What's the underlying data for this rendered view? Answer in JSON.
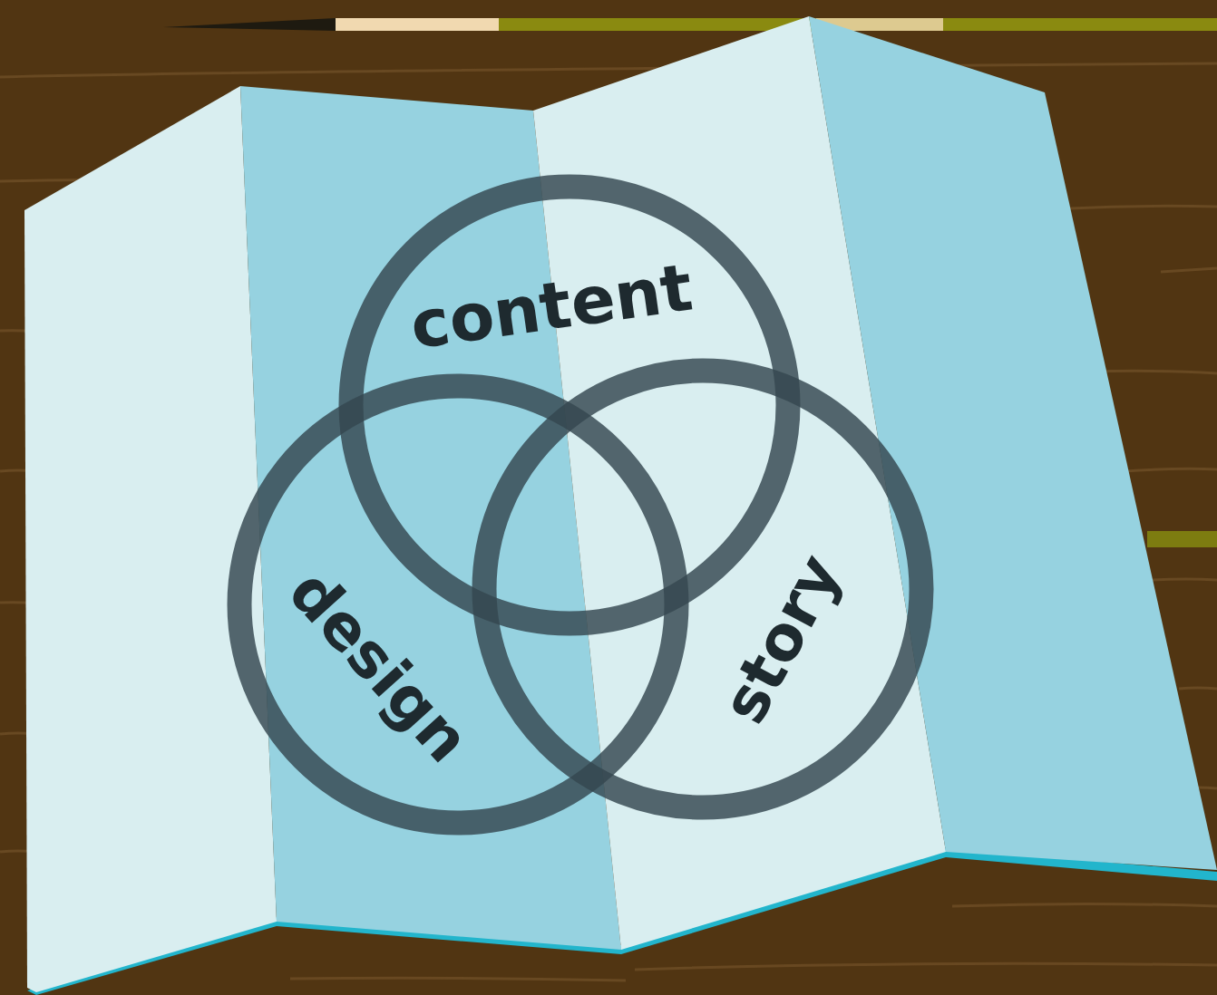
{
  "diagram": {
    "nodes": [
      {
        "text": [
          "content"
        ]
      },
      {
        "text": [
          "design"
        ]
      },
      {
        "text": [
          "story"
        ]
      }
    ]
  }
}
